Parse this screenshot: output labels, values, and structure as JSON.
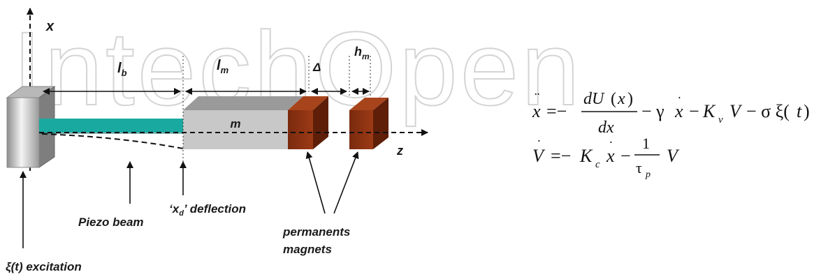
{
  "watermark": "IntechOpen",
  "axes": {
    "x_label": "x",
    "z_label": "z"
  },
  "dimensions": {
    "lb": {
      "main": "l",
      "sub": "b"
    },
    "lm": {
      "main": "l",
      "sub": "m"
    },
    "delta": "Δ",
    "hm": {
      "main": "h",
      "sub": "m"
    }
  },
  "mass_label": "m",
  "labels": {
    "piezo_beam": "Piezo beam",
    "deflection_prefix": "‘x",
    "deflection_sub": "d",
    "deflection_suffix": "’ deflection",
    "magnets_line1": "permanents",
    "magnets_line2": "magnets",
    "excitation": "ξ(t) excitation"
  },
  "equations": {
    "eq1": "ẍ = − dU(x)/dx − γ ẋ − K_v V − σ ξ(t)",
    "eq2": "V̇ = − K_c ẋ − (1/τ_p) V"
  },
  "colors": {
    "beam": "#1aa9a0",
    "magnet": "#8b2f10",
    "mass": "#c8c8c8"
  }
}
